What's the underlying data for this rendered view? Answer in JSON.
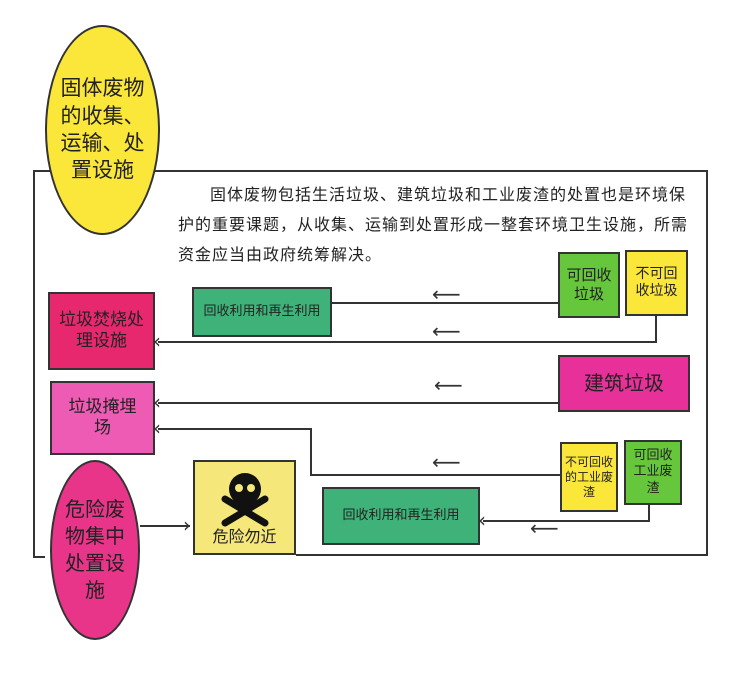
{
  "title": "固体废物的收集、运输、处置设施",
  "description": "固体废物包括生活垃圾、建筑垃圾和工业废渣的处置也是环境保护的重要课题，从收集、运输到处置形成一整套环境卫生设施，所需资金应当由政府统筹解决。",
  "facilities": {
    "incineration": "垃圾焚烧处理设施",
    "landfill": "垃圾掩埋场",
    "hazard_center": "危险废物集中处置设施"
  },
  "sources": {
    "recyclable_garbage": "可回收垃圾",
    "non_recyclable_garbage": "不可回收垃圾",
    "construction_waste": "建筑垃圾",
    "non_recyclable_industrial": "不可回收的工业废渣",
    "recyclable_industrial": "可回收工业废渣"
  },
  "recycle_label_1": "回收利用和再生利用",
  "recycle_label_2": "回收利用和再生利用",
  "danger_sign": "危险勿近",
  "colors": {
    "yellow": "#fbe63a",
    "green": "#3fb27a",
    "lime": "#66c63c",
    "magenta": "#e8309a",
    "pink": "#ee5bb5",
    "red": "#e8286e",
    "pale": "#f5e77a"
  }
}
